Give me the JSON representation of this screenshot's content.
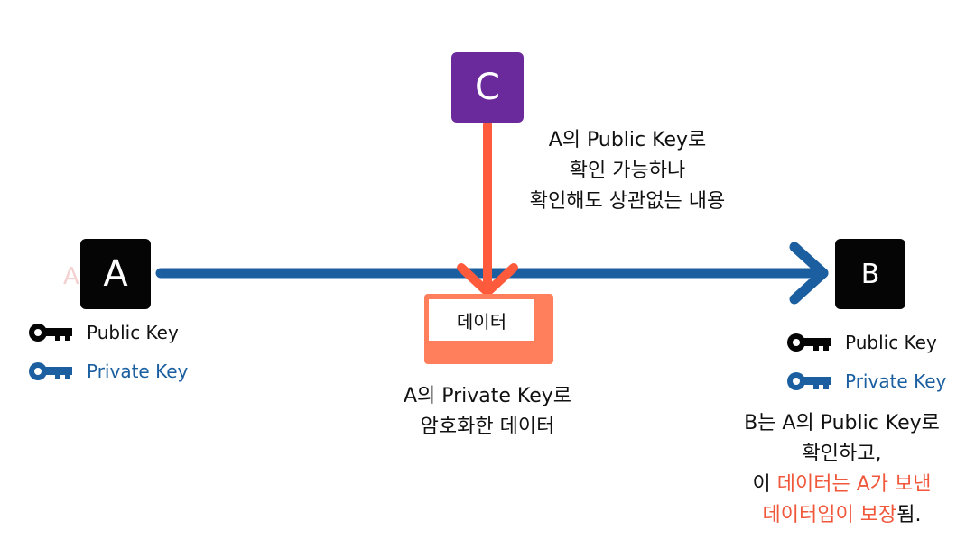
{
  "nodes": {
    "a": "A",
    "b": "B",
    "c": "C"
  },
  "ghost_label": "A",
  "data_box": {
    "label": "데이터"
  },
  "legend": {
    "public_key": "Public Key",
    "private_key": "Private Key"
  },
  "captions": {
    "c_note": [
      "A의 Public Key로",
      "확인 가능하나",
      "확인해도 상관없는 내용"
    ],
    "data_note": [
      "A의 Private Key로",
      "암호화한 데이터"
    ],
    "b_note": {
      "line1": "B는 A의 Public Key로",
      "line2": "확인하고,",
      "line3_prefix": "이 ",
      "line3_highlight": "데이터는 A가 보낸",
      "line4_highlight": "데이터임이 보장",
      "line4_suffix": "됨."
    }
  },
  "colors": {
    "node_dark": "#050505",
    "node_c": "#6a2a9c",
    "flow_blue": "#1b5fa0",
    "arrow_red": "#ff5a3c",
    "data_box": "#ff7f5c",
    "highlight_red": "#f0573b"
  },
  "icons": {
    "public_key": "key-icon-black",
    "private_key": "key-icon-blue"
  }
}
